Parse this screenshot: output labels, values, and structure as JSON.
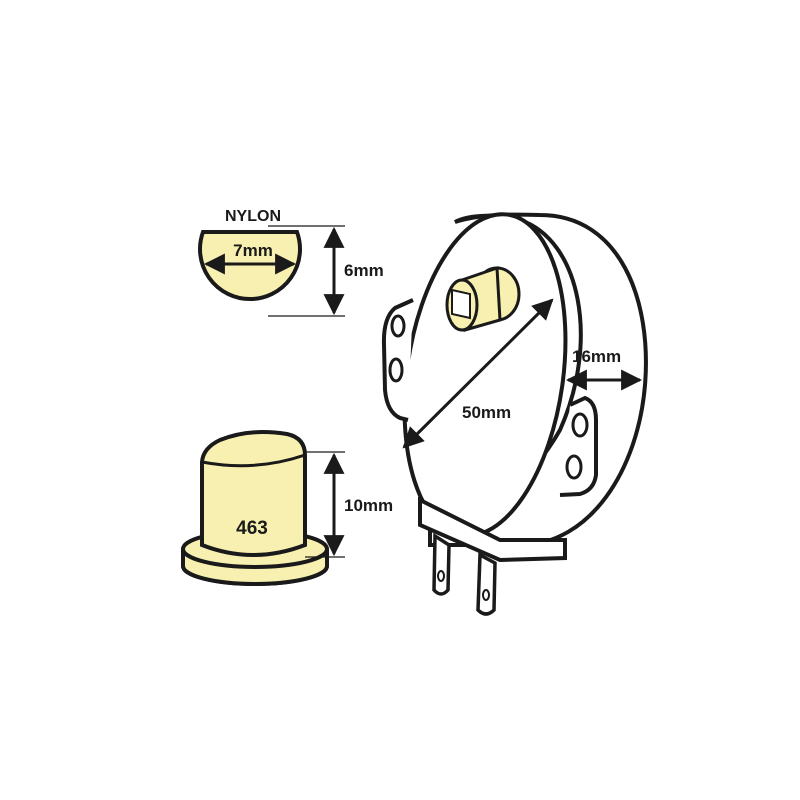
{
  "labels": {
    "material": "NYLON",
    "shaft_diameter": "7mm",
    "shaft_flat_height": "6mm",
    "coupler_part_number": "463",
    "coupler_height": "10mm",
    "motor_diameter": "50mm",
    "motor_depth": "16mm"
  },
  "colors": {
    "nylon_fill": "#f7f0b0",
    "outline": "#1a1a1a",
    "background": "#ffffff"
  }
}
